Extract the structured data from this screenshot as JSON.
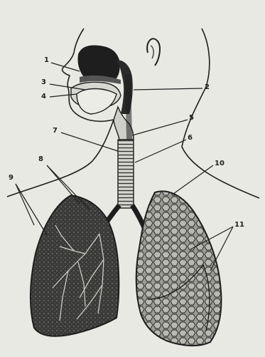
{
  "labels": [
    {
      "text": "1"
    },
    {
      "text": "2"
    },
    {
      "text": "3"
    },
    {
      "text": "4"
    },
    {
      "text": "5"
    },
    {
      "text": "6"
    },
    {
      "text": "7"
    },
    {
      "text": "8"
    },
    {
      "text": "9"
    },
    {
      "text": "10"
    },
    {
      "text": "11"
    }
  ],
  "colors": {
    "background": "#e9e9e4",
    "ink": "#1e1e1e",
    "shade": "#2a2a2a",
    "lung_light": "#8c8c86"
  }
}
